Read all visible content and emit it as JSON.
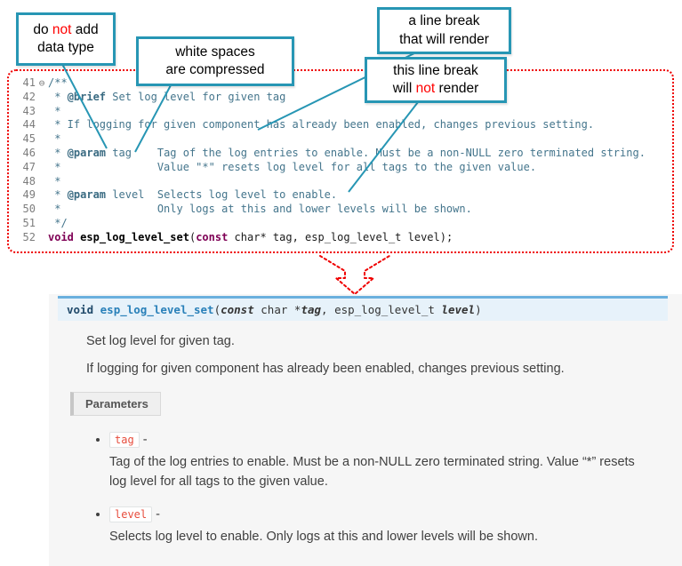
{
  "colors": {
    "callout_border": "#2796b4",
    "connector": "#2796b4",
    "code_border": "#ef0000",
    "arrow": "#ef0000",
    "panel_bg": "#f6f6f6",
    "sig_bg": "#e7f2fa",
    "sig_top_border": "#6ab0de",
    "chip_red": "#e74c3c",
    "keyword": "#7f0055",
    "comment": "#44758c"
  },
  "callouts": [
    {
      "lines": [
        [
          {
            "t": "do "
          },
          {
            "t": "not",
            "red": true
          },
          {
            "t": " add"
          }
        ],
        [
          {
            "t": "data type"
          }
        ]
      ]
    },
    {
      "lines": [
        [
          {
            "t": "white spaces"
          }
        ],
        [
          {
            "t": "are compressed"
          }
        ]
      ]
    },
    {
      "lines": [
        [
          {
            "t": "a line break"
          }
        ],
        [
          {
            "t": "that will render"
          }
        ]
      ]
    },
    {
      "lines": [
        [
          {
            "t": "this line break"
          }
        ],
        [
          {
            "t": "will "
          },
          {
            "t": "not",
            "red": true
          },
          {
            "t": " render"
          }
        ]
      ]
    }
  ],
  "code": {
    "lines": [
      {
        "num": "41",
        "fold": "⊖",
        "segs": [
          {
            "t": "/**",
            "r": "c"
          }
        ]
      },
      {
        "num": "42",
        "segs": [
          {
            "t": " * ",
            "r": "c"
          },
          {
            "t": "@brief",
            "r": "d"
          },
          {
            "t": " Set log level for given tag",
            "r": "c"
          }
        ]
      },
      {
        "num": "43",
        "segs": [
          {
            "t": " *",
            "r": "c"
          }
        ]
      },
      {
        "num": "44",
        "segs": [
          {
            "t": " * If logging for given component has already been enabled, changes previous setting.",
            "r": "c"
          }
        ]
      },
      {
        "num": "45",
        "segs": [
          {
            "t": " *",
            "r": "c"
          }
        ]
      },
      {
        "num": "46",
        "segs": [
          {
            "t": " * ",
            "r": "c"
          },
          {
            "t": "@param",
            "r": "d"
          },
          {
            "t": " tag    Tag of the log entries to enable. Must be a non-NULL zero terminated string.",
            "r": "c"
          }
        ]
      },
      {
        "num": "47",
        "segs": [
          {
            "t": " *               Value \"*\" resets log level for all tags to the given value.",
            "r": "c"
          }
        ]
      },
      {
        "num": "48",
        "segs": [
          {
            "t": " *",
            "r": "c"
          }
        ]
      },
      {
        "num": "49",
        "segs": [
          {
            "t": " * ",
            "r": "c"
          },
          {
            "t": "@param",
            "r": "d"
          },
          {
            "t": " level  Selects log level to enable.",
            "r": "c"
          }
        ]
      },
      {
        "num": "50",
        "segs": [
          {
            "t": " *               Only logs at this and lower levels will be shown.",
            "r": "c"
          }
        ]
      },
      {
        "num": "51",
        "segs": [
          {
            "t": " */",
            "r": "c"
          }
        ]
      },
      {
        "num": "52",
        "segs": [
          {
            "t": "void",
            "r": "k"
          },
          {
            "t": " ",
            "r": "p"
          },
          {
            "t": "esp_log_level_set",
            "r": "f"
          },
          {
            "t": "(",
            "r": "p"
          },
          {
            "t": "const",
            "r": "k"
          },
          {
            "t": " char* tag, esp_log_level_t level);",
            "r": "p"
          }
        ]
      }
    ]
  },
  "doc": {
    "signature": [
      {
        "t": "void",
        "r": "kw"
      },
      {
        "t": " ",
        "r": "pl"
      },
      {
        "t": "esp_log_level_set",
        "r": "nm"
      },
      {
        "t": "(",
        "r": "pl"
      },
      {
        "t": "const",
        "r": "it"
      },
      {
        "t": " char *",
        "r": "pl"
      },
      {
        "t": "tag",
        "r": "it"
      },
      {
        "t": ", esp_log_level_t ",
        "r": "pl"
      },
      {
        "t": "level",
        "r": "it"
      },
      {
        "t": ")",
        "r": "pl"
      }
    ],
    "p1": "Set log level for given tag.",
    "p2": "If logging for given component has already been enabled, changes previous setting.",
    "params_label": "Parameters",
    "params": [
      {
        "name": "tag",
        "sep": "-",
        "desc": "Tag of the log entries to enable. Must be a non-NULL zero terminated string. Value “*” resets log level for all tags to the given value."
      },
      {
        "name": "level",
        "sep": "-",
        "desc": "Selects log level to enable. Only logs at this and lower levels will be shown."
      }
    ]
  }
}
